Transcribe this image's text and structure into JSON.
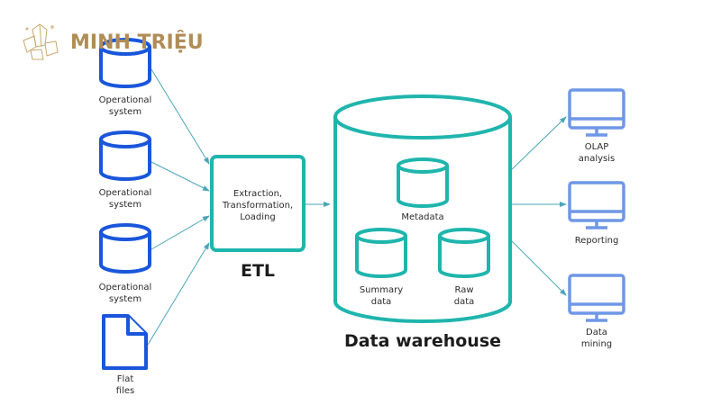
{
  "logo": {
    "brand_name": "MINH TRIỆU",
    "icon": "crystal-icon",
    "color": "#b08d57"
  },
  "colors": {
    "source_blue": "#1a56db",
    "teal": "#1fb5ad",
    "output_blue": "#6f97e6",
    "arrow": "#4aa6b8"
  },
  "sources": [
    {
      "type": "database",
      "icon": "database-icon",
      "label_line1": "Operational",
      "label_line2": "system"
    },
    {
      "type": "database",
      "icon": "database-icon",
      "label_line1": "Operational",
      "label_line2": "system"
    },
    {
      "type": "database",
      "icon": "database-icon",
      "label_line1": "Operational",
      "label_line2": "system"
    },
    {
      "type": "file",
      "icon": "file-icon",
      "label_line1": "Flat",
      "label_line2": "files"
    }
  ],
  "etl": {
    "box_line1": "Extraction,",
    "box_line2": "Transformation,",
    "box_line3": "Loading",
    "title": "ETL"
  },
  "warehouse": {
    "title": "Data warehouse",
    "components": [
      {
        "icon": "database-icon",
        "label_line1": "Metadata",
        "label_line2": ""
      },
      {
        "icon": "database-icon",
        "label_line1": "Summary",
        "label_line2": "data"
      },
      {
        "icon": "database-icon",
        "label_line1": "Raw",
        "label_line2": "data"
      }
    ]
  },
  "outputs": [
    {
      "icon": "monitor-icon",
      "label_line1": "OLAP",
      "label_line2": "analysis"
    },
    {
      "icon": "monitor-icon",
      "label_line1": "Reporting",
      "label_line2": ""
    },
    {
      "icon": "monitor-icon",
      "label_line1": "Data",
      "label_line2": "mining"
    }
  ]
}
